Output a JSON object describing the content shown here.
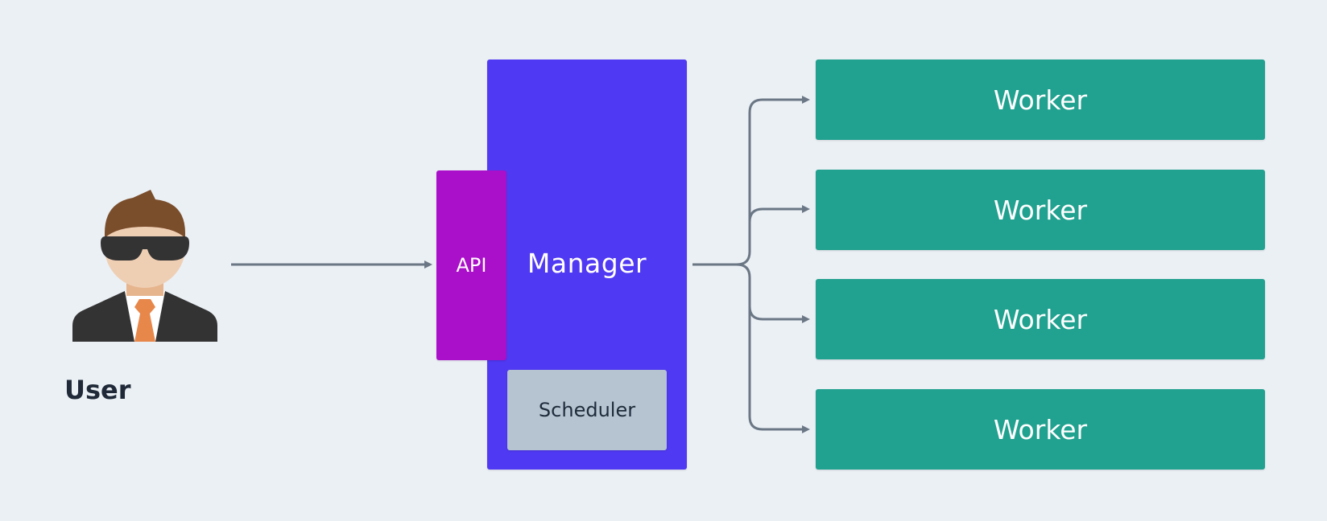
{
  "user": {
    "label": "User",
    "icon": "user-avatar-icon"
  },
  "manager": {
    "label": "Manager",
    "color": "#5039f2"
  },
  "api": {
    "label": "API",
    "color": "#aa0fc9"
  },
  "scheduler": {
    "label": "Scheduler",
    "color": "#b6c3d0"
  },
  "workers": [
    {
      "label": "Worker"
    },
    {
      "label": "Worker"
    },
    {
      "label": "Worker"
    },
    {
      "label": "Worker"
    }
  ],
  "colors": {
    "background": "#ebf0f5",
    "connector": "#6b7785",
    "worker": "#21a18f"
  }
}
